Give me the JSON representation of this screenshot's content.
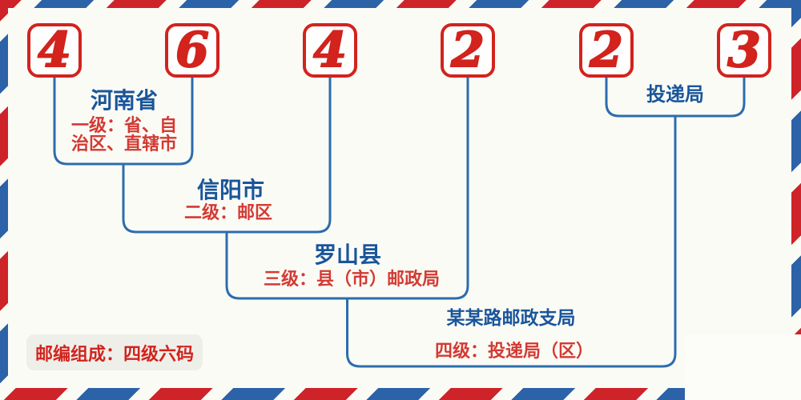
{
  "postal_code": {
    "digits": [
      "4",
      "6",
      "4",
      "2",
      "2",
      "3"
    ]
  },
  "levels": [
    {
      "place": "河南省",
      "desc_line1": "一级：省、自",
      "desc_line2": "治区、直辖市"
    },
    {
      "place": "信阳市",
      "desc": "二级：邮区"
    },
    {
      "place": "罗山县",
      "desc": "三级：县（市）邮政局"
    },
    {
      "place": "某某路邮政支局",
      "desc": "四级：投递局（区）"
    },
    {
      "place": "投递局"
    }
  ],
  "footer": {
    "label": "邮编组成：四级六码"
  },
  "colors": {
    "stripe_red": "#CE2329",
    "stripe_blue": "#2C62A7",
    "digit_red": "#D2231D",
    "line_blue": "#2B6DAD",
    "place_blue": "#19559B",
    "desc_red": "#D33A32",
    "background": "#FBFBF6"
  }
}
